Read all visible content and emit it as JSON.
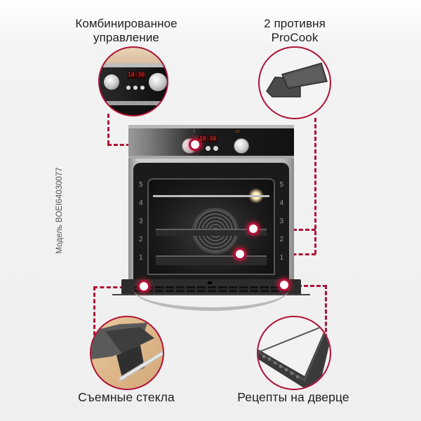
{
  "features": {
    "top_left": {
      "line1": "Комбинированное",
      "line2": "управление"
    },
    "top_right": {
      "line1": "2 противня",
      "line2": "ProCook"
    },
    "bottom_left": {
      "label": "Съемные стекла"
    },
    "bottom_right": {
      "label": "Рецепты на дверце"
    }
  },
  "model": {
    "text": "Модель BOEI64030077"
  },
  "oven": {
    "display_time": "10:30",
    "shelf_levels": [
      "5",
      "4",
      "3",
      "2",
      "1"
    ]
  },
  "colors": {
    "accent": "#b01237",
    "background": "#efefef",
    "text": "#1e1e1e"
  }
}
